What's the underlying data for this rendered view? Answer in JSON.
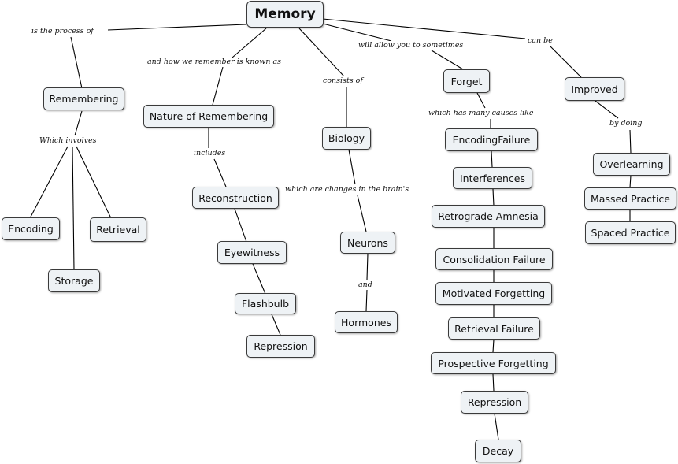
{
  "nodes": {
    "memory": "Memory",
    "remembering": "Remembering",
    "encoding": "Encoding",
    "storage": "Storage",
    "retrieval": "Retrieval",
    "nature_of_remembering": "Nature of Remembering",
    "reconstruction": "Reconstruction",
    "eyewitness": "Eyewitness",
    "flashbulb": "Flashbulb",
    "repression_left": "Repression",
    "biology": "Biology",
    "neurons": "Neurons",
    "hormones": "Hormones",
    "forget": "Forget",
    "encoding_failure": "EncodingFailure",
    "interferences": "Interferences",
    "retrograde_amnesia": "Retrograde Amnesia",
    "consolidation_failure": "Consolidation Failure",
    "motivated_forgetting": "Motivated Forgetting",
    "retrieval_failure": "Retrieval Failure",
    "prospective_forgetting": "Prospective Forgetting",
    "repression_right": "Repression",
    "decay": "Decay",
    "improved": "Improved",
    "overlearning": "Overlearning",
    "massed_practice": "Massed Practice",
    "spaced_practice": "Spaced Practice"
  },
  "links": {
    "is_the_process_of": "is the process of",
    "and_how_we_remember": "and how we remember is known as",
    "consists_of": "consists of",
    "will_allow_you": "will allow you to sometimes",
    "can_be": "can be",
    "which_involves": "Which involves",
    "includes": "includes",
    "changes_in_brain": "which are changes in the brain's",
    "and": "and",
    "many_causes": "which has many causes like",
    "by_doing": "by doing"
  }
}
